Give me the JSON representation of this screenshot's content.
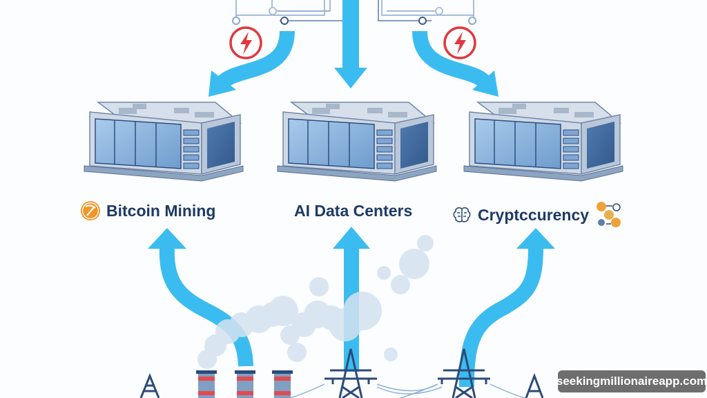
{
  "diagram": {
    "description": "Energy flow from power plants and grid to three consumers",
    "colors": {
      "arrow": "#3bbcf0",
      "label_text": "#1e3a64",
      "building_glass": "#8fb8e0",
      "building_body": "#c9d5e3",
      "warning_red": "#e0383e",
      "bitcoin_orange": "#f0962a",
      "smoke": "#d8e4f1",
      "tower": "#2c4a7a",
      "stack_red": "#e24a50",
      "watermark_bg": "#6e6e6e"
    },
    "top_icons": [
      {
        "name": "power-warning-icon-left"
      },
      {
        "name": "power-warning-icon-right"
      }
    ],
    "consumers": [
      {
        "label": "Bitcoin Mining",
        "icon": "pickaxe-icon"
      },
      {
        "label": "AI Data Centers",
        "icon": null
      },
      {
        "label": "Cryptccurency",
        "icon_left": "brain-icon",
        "icon_right": "crypto-coins-icon"
      }
    ],
    "sources": [
      {
        "name": "smokestacks",
        "count": 3
      },
      {
        "name": "transmission-towers",
        "count": 4
      }
    ]
  },
  "watermark": {
    "text": "seekingmillionaireapp.com"
  }
}
